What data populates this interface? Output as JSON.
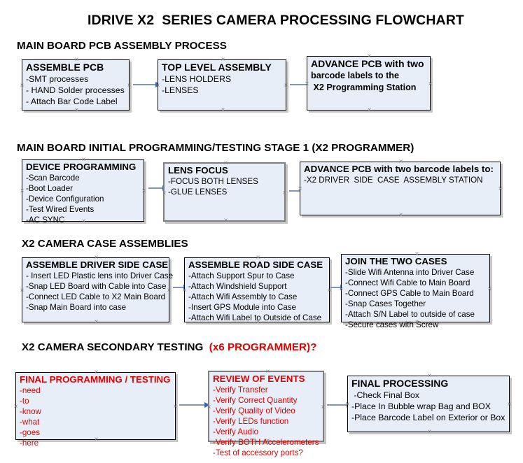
{
  "document": {
    "title": "IDRIVE X2  SERIES CAMERA PROCESSING FLOWCHART"
  },
  "sections": [
    {
      "id": "pcb-assembly",
      "heading": "MAIN BOARD PCB ASSEMBLY PROCESS",
      "heading_red_suffix": "",
      "nodes": [
        {
          "id": "assemble-pcb",
          "head": "ASSEMBLE PCB",
          "lines": [
            "-SMT processes",
            "- HAND Solder processes",
            "- Attach Bar Code Label"
          ]
        },
        {
          "id": "top-level-assembly",
          "head": "TOP LEVEL ASSEMBLY",
          "lines": [
            "-LENS HOLDERS",
            "-LENSES"
          ]
        },
        {
          "id": "advance-pcb-programming-station",
          "head": "ADVANCE PCB with two",
          "lines": [
            "barcode labels to the",
            " X2 Programming Station"
          ]
        }
      ]
    },
    {
      "id": "initial-programming",
      "heading": "MAIN BOARD INITIAL PROGRAMMING/TESTING STAGE 1 (X2 PROGRAMMER)",
      "heading_red_suffix": "",
      "nodes": [
        {
          "id": "device-programming",
          "head": "DEVICE PROGRAMMING",
          "lines": [
            "-Scan Barcode",
            "-Boot Loader",
            "-Device Configuration",
            "-Test Wired Events",
            "-AC SYNC"
          ]
        },
        {
          "id": "lens-focus",
          "head": "LENS FOCUS",
          "lines": [
            "-FOCUS BOTH LENSES",
            "-GLUE LENSES"
          ]
        },
        {
          "id": "advance-pcb-driver-side",
          "head": "ADVANCE PCB with two barcode labels to:",
          "lines": [
            "-X2 DRIVER  SIDE  CASE  ASSEMBLY STATION"
          ]
        }
      ]
    },
    {
      "id": "case-assemblies",
      "heading": "X2 CAMERA CASE ASSEMBLIES",
      "heading_red_suffix": "",
      "nodes": [
        {
          "id": "assemble-driver-side-case",
          "head": "ASSEMBLE DRIVER SIDE CASE",
          "lines": [
            "- Insert LED Plastic lens into Driver Case",
            "-Snap LED Board with Cable into Case",
            "-Connect LED Cable to X2 Main Board",
            "-Snap Main Board into case"
          ]
        },
        {
          "id": "assemble-road-side-case",
          "head": "ASSEMBLE ROAD SIDE CASE",
          "lines": [
            "-Attach Support Spur to Case",
            "-Attach Windshield Support",
            "-Attach Wifi Assembly to Case",
            "-Insert GPS Module into Case",
            "-Attach Wifi Label to Outside of Case"
          ]
        },
        {
          "id": "join-the-two-cases",
          "head": "JOIN THE TWO CASES",
          "lines": [
            "-Slide Wifi Antenna into Driver Case",
            "-Connect Wifi Cable to Main Board",
            "-Connect GPS Cable to Main Board",
            "-Snap Cases Together",
            "-Attach S/N Label to outside of case",
            "-Secure cases with Screw"
          ]
        }
      ]
    },
    {
      "id": "secondary-testing",
      "heading": "X2 CAMERA SECONDARY TESTING  ",
      "heading_red_suffix": "(x6 PROGRAMMER)?",
      "nodes": [
        {
          "id": "final-programming-testing",
          "head": "FINAL PROGRAMMING / TESTING",
          "lines": [
            "-need",
            "-to",
            "-know",
            "-what",
            "-goes",
            "-here"
          ]
        },
        {
          "id": "review-of-events",
          "head": "REVIEW OF EVENTS",
          "lines": [
            "-Verify Transfer",
            "-Verify Correct Quantity",
            "-Verify Quality of Video",
            "-Verify LEDs function",
            "-Verify Audio",
            "-Verify BOTH Accelerometers",
            "-Test of accessory ports?"
          ]
        },
        {
          "id": "final-processing",
          "head": "FINAL PROCESSING",
          "lines": [
            " -Check Final Box",
            "-Place In Bubble wrap Bag and BOX",
            "-Place Barcode Label on Exterior or Box"
          ]
        }
      ]
    }
  ],
  "colors": {
    "box_fill": "#e8eef7",
    "box_border": "#000000",
    "box_border_gray": "#7f7f7f",
    "connector": "#8196b4",
    "arrowhead": "#3b66b0",
    "text": "#000000",
    "red_text": "#e00000",
    "handle": "#808080"
  }
}
